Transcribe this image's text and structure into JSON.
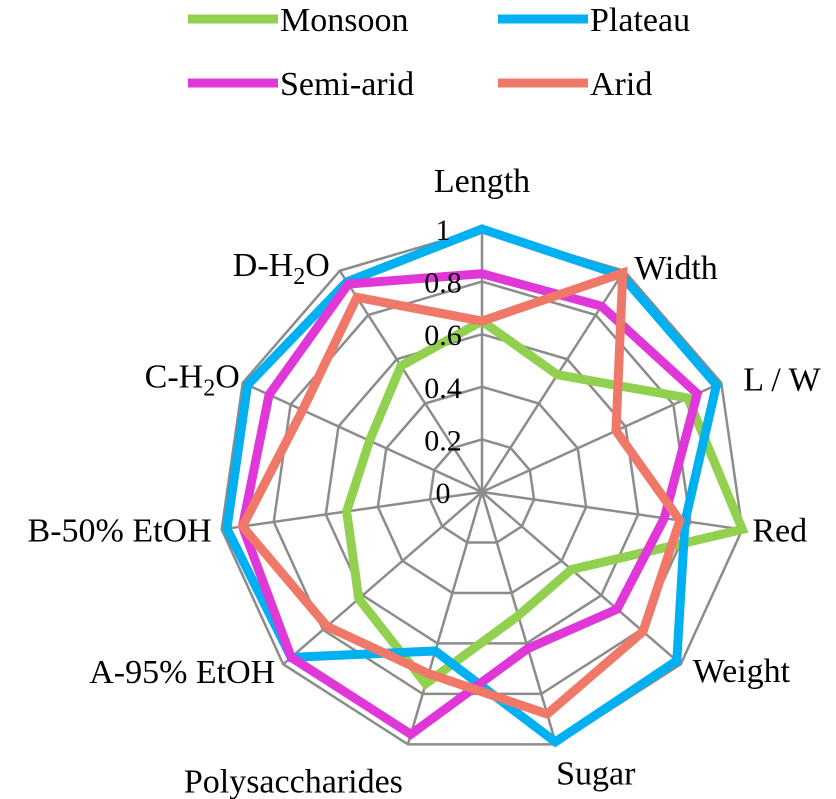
{
  "chart_data": {
    "type": "radar",
    "categories": [
      {
        "name": "Length"
      },
      {
        "name": "Width"
      },
      {
        "name": "L / W"
      },
      {
        "name": "Red"
      },
      {
        "name": "Weight"
      },
      {
        "name": "Sugar"
      },
      {
        "name": "Polysaccharides"
      },
      {
        "name": "A-95% EtOH"
      },
      {
        "name": "B-50% EtOH"
      },
      {
        "name": "C-H",
        "sub": "2",
        "tail": "O"
      },
      {
        "name": "D-H",
        "sub": "2",
        "tail": "O"
      }
    ],
    "ticks": [
      "0",
      "0.2",
      "0.4",
      "0.6",
      "0.8",
      "1"
    ],
    "rmax": 1,
    "grid": true,
    "legend_position": "top",
    "series": [
      {
        "name": "Monsoon",
        "color": "#92d050",
        "values": [
          0.65,
          0.53,
          0.86,
          1.0,
          0.45,
          0.49,
          0.76,
          0.62,
          0.52,
          0.47,
          0.57
        ]
      },
      {
        "name": "Plateau",
        "color": "#00b0f0",
        "values": [
          1.0,
          0.98,
          0.98,
          0.78,
          0.98,
          0.99,
          0.63,
          0.96,
          0.98,
          0.98,
          0.95
        ]
      },
      {
        "name": "Semi-arid",
        "color": "#e038d8",
        "values": [
          0.83,
          0.84,
          0.9,
          0.7,
          0.68,
          0.62,
          0.96,
          0.96,
          0.92,
          0.89,
          0.94
        ]
      },
      {
        "name": "Arid",
        "color": "#f07868",
        "values": [
          0.65,
          0.99,
          0.56,
          0.76,
          0.81,
          0.88,
          0.72,
          0.78,
          0.92,
          0.75,
          0.88
        ]
      }
    ]
  }
}
